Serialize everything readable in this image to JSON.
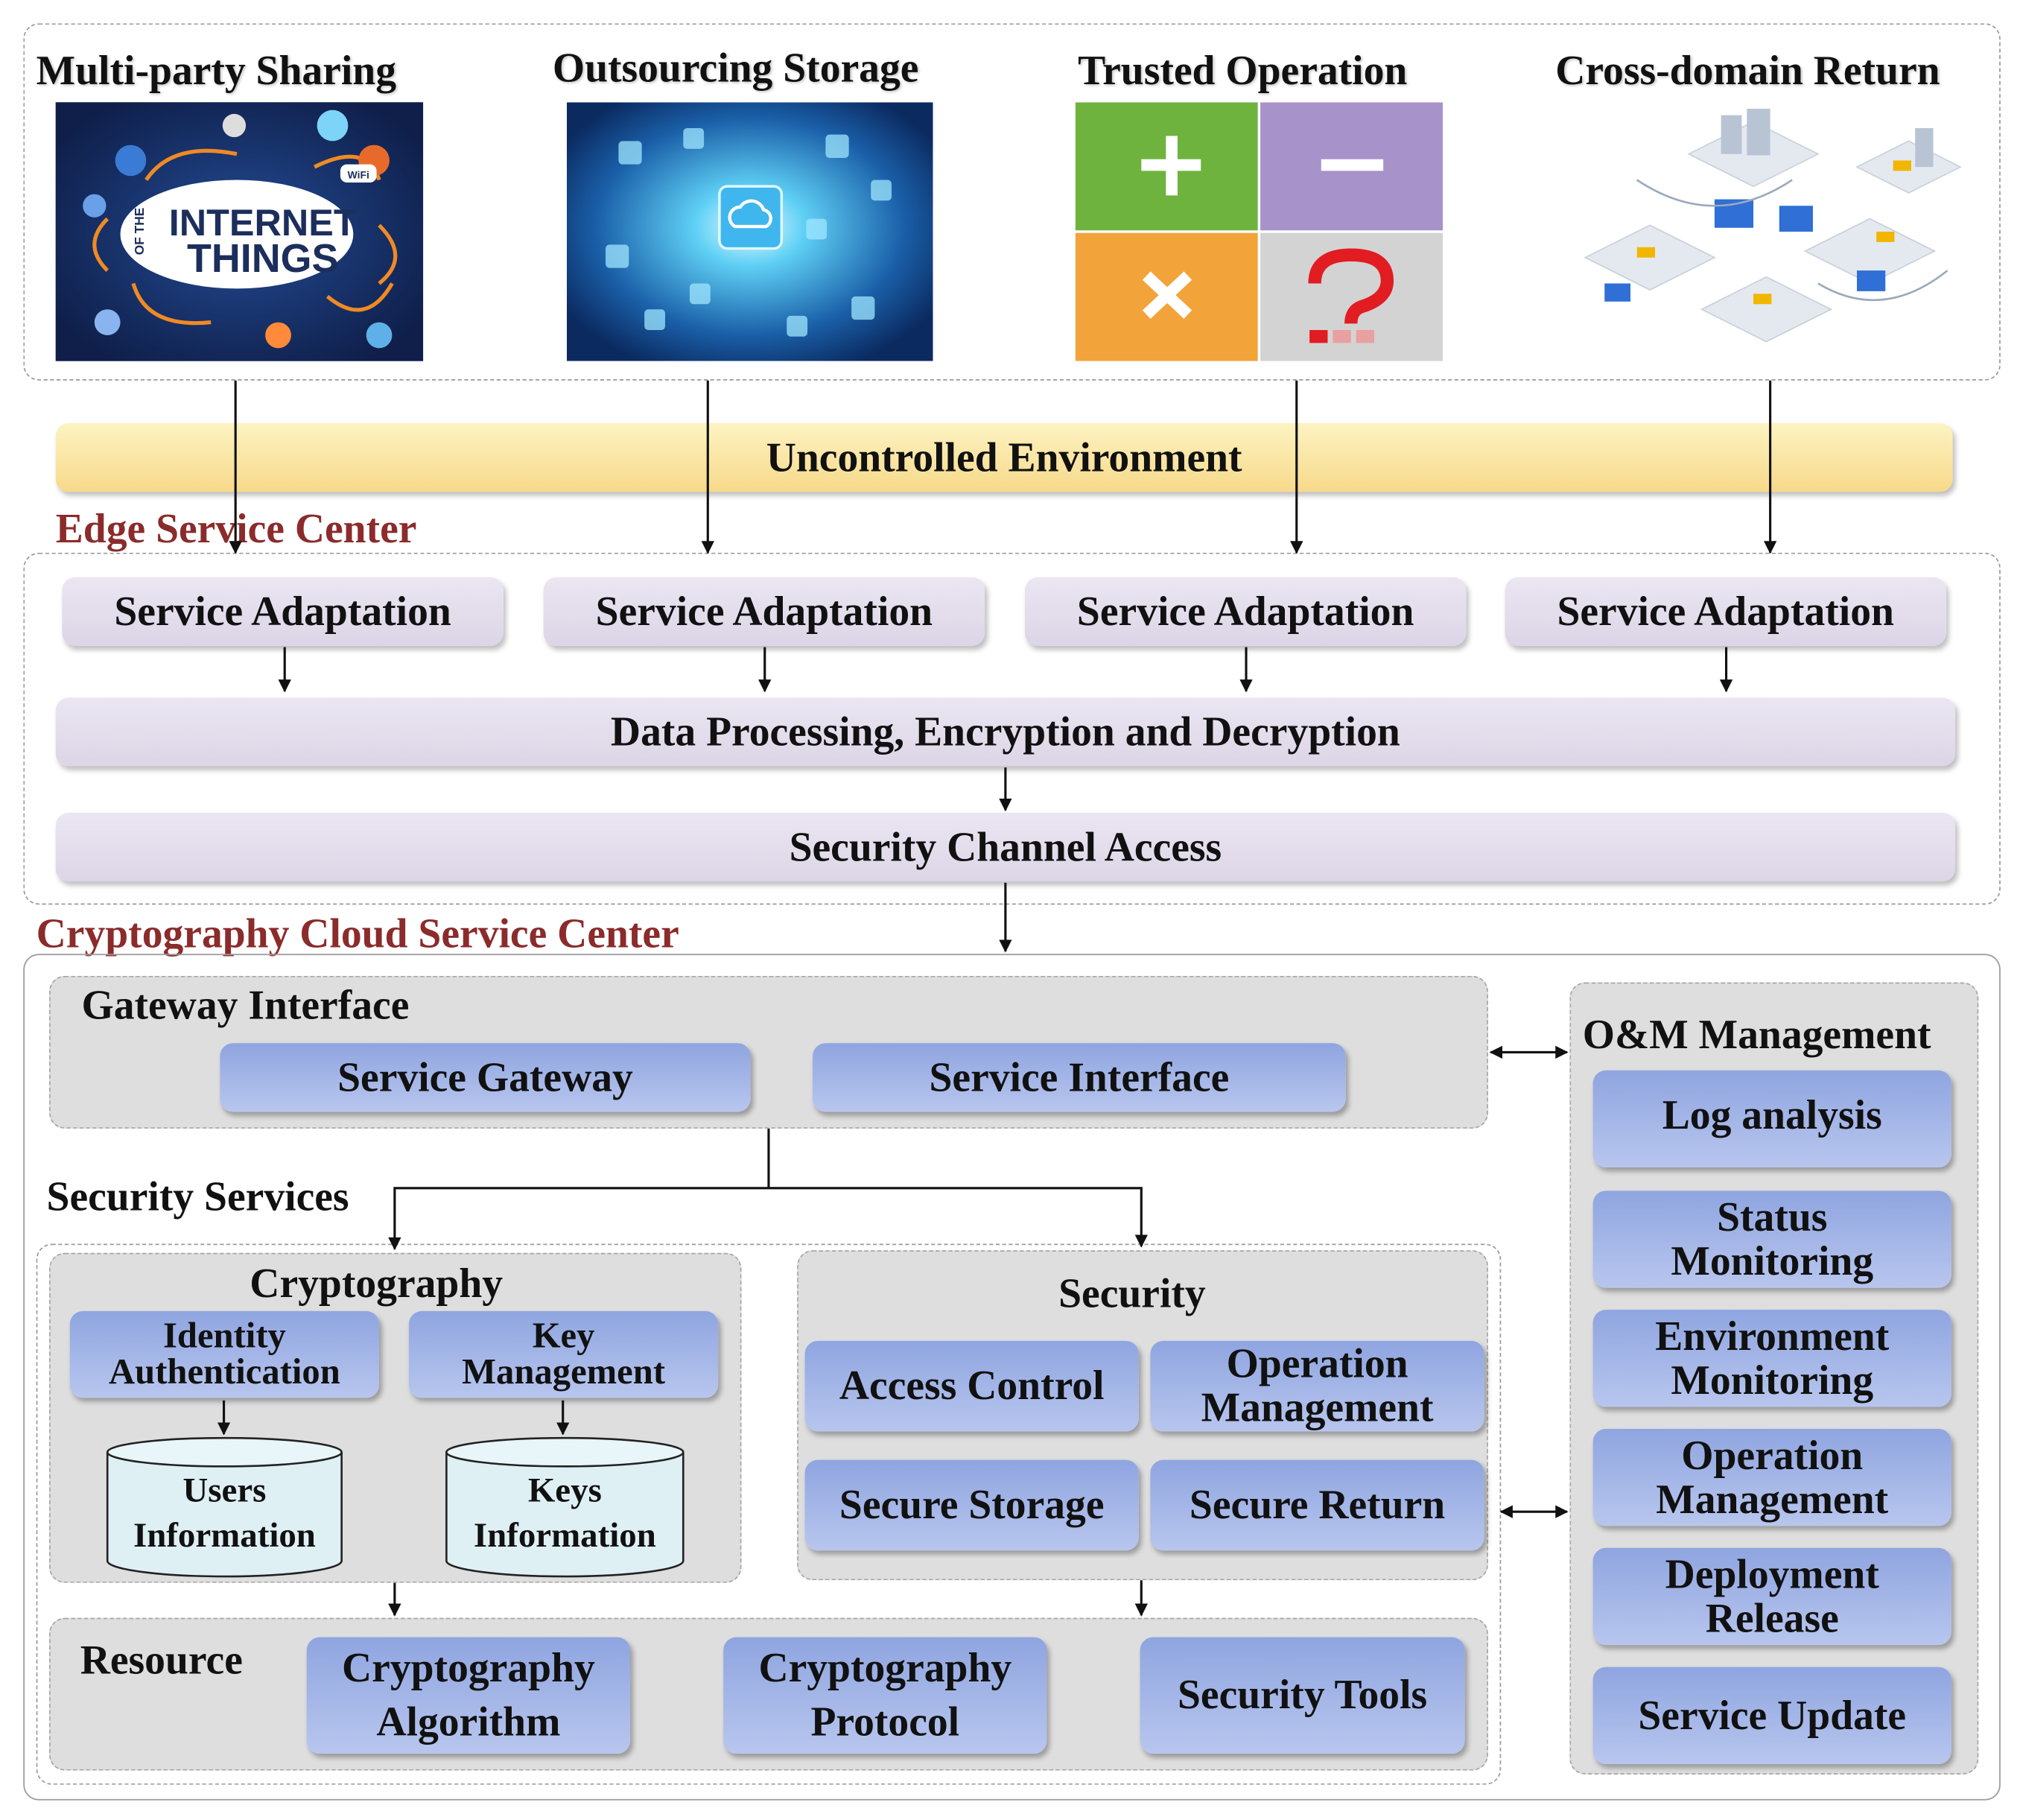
{
  "top_panels": {
    "p1": "Multi-party Sharing",
    "p2": "Outsourcing Storage",
    "p3": "Trusted Operation",
    "p4": "Cross-domain Return",
    "iot_line1": "INTERNET",
    "iot_line2": "THINGS",
    "iot_small": "OF THE",
    "wifi": "WiFi"
  },
  "uncontrolled": "Uncontrolled Environment",
  "edge": {
    "title": "Edge Service Center",
    "adapt": [
      "Service Adaptation",
      "Service Adaptation",
      "Service Adaptation",
      "Service Adaptation"
    ],
    "data_proc": "Data Processing, Encryption and Decryption",
    "channel": "Security Channel Access"
  },
  "cloud": {
    "title": "Cryptography Cloud Service Center",
    "gateway_interface": "Gateway Interface",
    "service_gateway": "Service Gateway",
    "service_interface": "Service Interface",
    "security_services": "Security Services",
    "cryptography": "Cryptography",
    "identity_1": "Identity",
    "identity_2": "Authentication",
    "key_1": "Key",
    "key_2": "Management",
    "users_1": "Users",
    "users_2": "Information",
    "keys_1": "Keys",
    "keys_2": "Information",
    "security": "Security",
    "access_control": "Access Control",
    "opmgmt_1": "Operation",
    "opmgmt_2": "Management",
    "secure_storage": "Secure Storage",
    "secure_return": "Secure Return",
    "resource": "Resource",
    "crypto_alg_1": "Cryptography",
    "crypto_alg_2": "Algorithm",
    "crypto_proto_1": "Cryptography",
    "crypto_proto_2": "Protocol",
    "security_tools": "Security Tools"
  },
  "om": {
    "title": "O&M Management",
    "log": "Log analysis",
    "status_1": "Status",
    "status_2": "Monitoring",
    "env_1": "Environment",
    "env_2": "Monitoring",
    "op_1": "Operation",
    "op_2": "Management",
    "dep_1": "Deployment",
    "dep_2": "Release",
    "update": "Service Update"
  },
  "colors": {
    "section_title": "#8b2b2b",
    "yellow": "#f7d98a",
    "lavender": "#e3ddec",
    "blue": "#9fb3e6",
    "gray_panel": "#dedede",
    "cylinder": "#dff0f5"
  }
}
